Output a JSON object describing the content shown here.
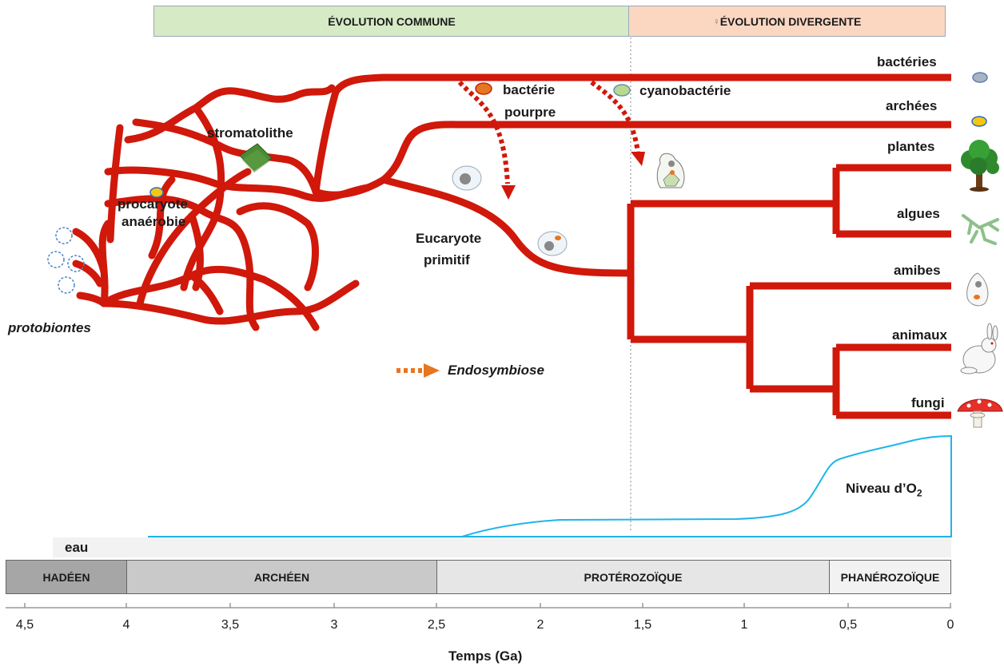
{
  "phases": {
    "common": "ÉVOLUTION COMMUNE",
    "divergent": "ÉVOLUTION DIVERGENTE"
  },
  "labels": {
    "bacteria": "bactéries",
    "archaea": "archées",
    "plants": "plantes",
    "algae": "algues",
    "amoebas": "amibes",
    "animals": "animaux",
    "fungi": "fungi",
    "stromatolite": "stromatolithe",
    "anaerobic_prokaryote_1": "procaryote",
    "anaerobic_prokaryote_2": "anaérobie",
    "protobionts": "protobiontes",
    "purple_bacterium_1": "bactérie",
    "purple_bacterium_2": "pourpre",
    "cyanobacterium": "cyanobactérie",
    "primitive_eukaryote_1": "Eucaryote",
    "primitive_eukaryote_2": "primitif",
    "endosymbiosis_legend": "Endosymbiose",
    "oxygen_level": "Niveau d’O",
    "oxygen_subscript": "2",
    "water": "eau"
  },
  "eons": [
    "HADÉEN",
    "ARCHÉEN",
    "PROTÉROZOÏQUE",
    "PHANÉROZOÏQUE"
  ],
  "axis": {
    "title": "Temps (Ga)",
    "ticks": [
      "4,5",
      "4",
      "3,5",
      "3",
      "2,5",
      "2",
      "1,5",
      "1",
      "0,5",
      "0"
    ]
  },
  "colors": {
    "lineage": "#d0180b",
    "oxygen_curve": "#1fb5e8",
    "endosymbiosis_arrow": "#e8751f",
    "common_phase_bg": "#d5eac5",
    "divergent_phase_bg": "#fbd7c2"
  },
  "icons": [
    "bacterium-icon",
    "archaea-icon",
    "tree-icon",
    "algae-icon",
    "amoeba-icon",
    "rabbit-icon",
    "mushroom-icon",
    "stromatolite-icon",
    "protobiont-icon"
  ]
}
